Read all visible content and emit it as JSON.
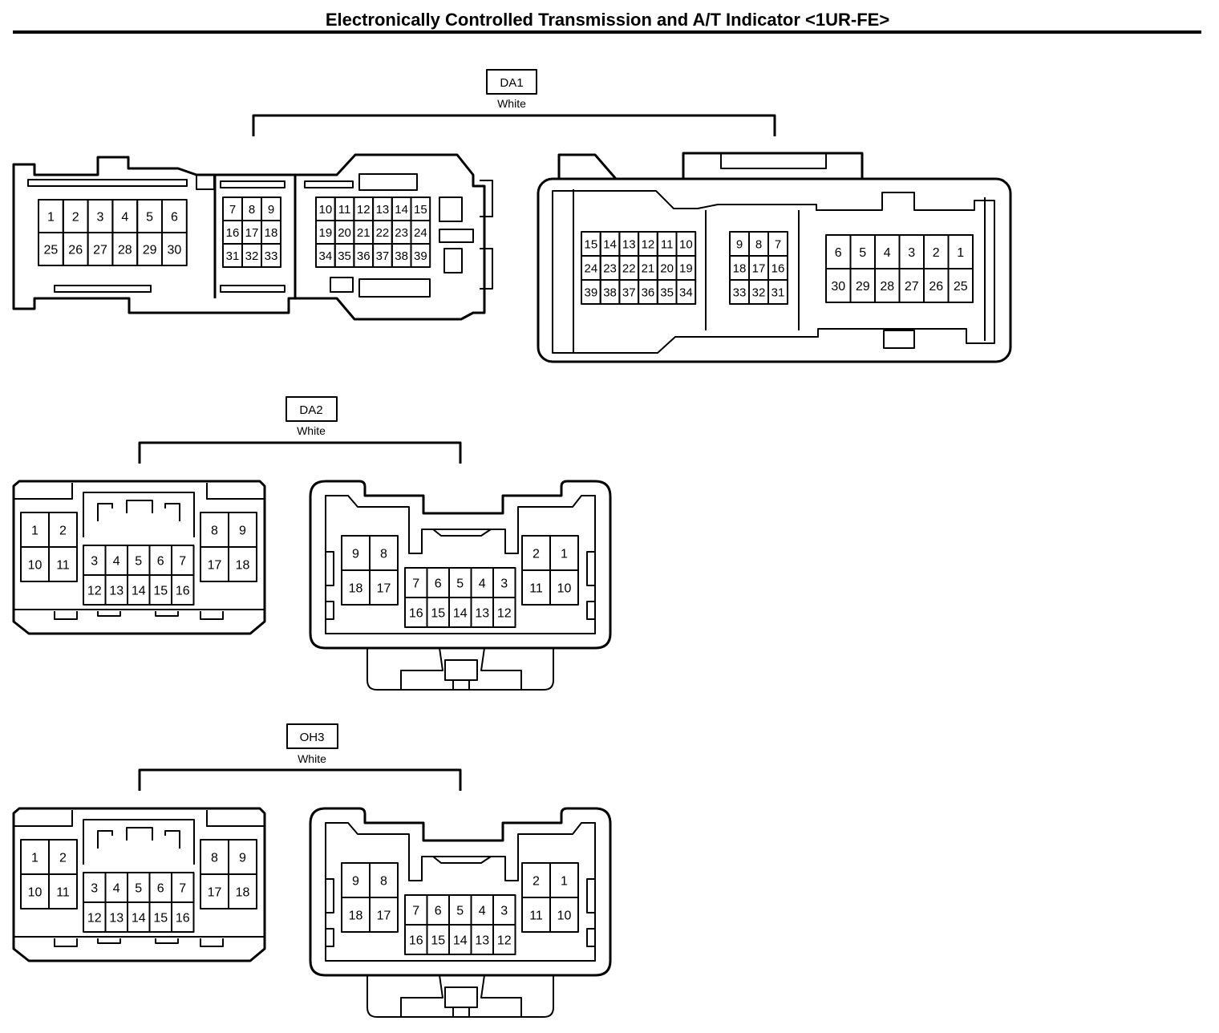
{
  "title": "Electronically Controlled Transmission and A/T Indicator <1UR-FE>",
  "connectors": {
    "da1": {
      "code": "DA1",
      "color": "White",
      "male": {
        "group_a": [
          [
            "1",
            "2",
            "3",
            "4",
            "5",
            "6"
          ],
          [
            "25",
            "26",
            "27",
            "28",
            "29",
            "30"
          ]
        ],
        "group_b": [
          [
            "7",
            "8",
            "9"
          ],
          [
            "16",
            "17",
            "18"
          ],
          [
            "31",
            "32",
            "33"
          ]
        ],
        "group_c": [
          [
            "10",
            "11",
            "12",
            "13",
            "14",
            "15"
          ],
          [
            "19",
            "20",
            "21",
            "22",
            "23",
            "24"
          ],
          [
            "34",
            "35",
            "36",
            "37",
            "38",
            "39"
          ]
        ]
      },
      "female": {
        "group_a": [
          [
            "15",
            "14",
            "13",
            "12",
            "11",
            "10"
          ],
          [
            "24",
            "23",
            "22",
            "21",
            "20",
            "19"
          ],
          [
            "39",
            "38",
            "37",
            "36",
            "35",
            "34"
          ]
        ],
        "group_b": [
          [
            "9",
            "8",
            "7"
          ],
          [
            "18",
            "17",
            "16"
          ],
          [
            "33",
            "32",
            "31"
          ]
        ],
        "group_c": [
          [
            "6",
            "5",
            "4",
            "3",
            "2",
            "1"
          ],
          [
            "30",
            "29",
            "28",
            "27",
            "26",
            "25"
          ]
        ]
      }
    },
    "da2": {
      "code": "DA2",
      "color": "White",
      "male": {
        "left": [
          [
            "1",
            "2"
          ],
          [
            "10",
            "11"
          ]
        ],
        "center": [
          [
            "3",
            "4",
            "5",
            "6",
            "7"
          ],
          [
            "12",
            "13",
            "14",
            "15",
            "16"
          ]
        ],
        "right": [
          [
            "8",
            "9"
          ],
          [
            "17",
            "18"
          ]
        ]
      },
      "female": {
        "left": [
          [
            "9",
            "8"
          ],
          [
            "18",
            "17"
          ]
        ],
        "center": [
          [
            "7",
            "6",
            "5",
            "4",
            "3"
          ],
          [
            "16",
            "15",
            "14",
            "13",
            "12"
          ]
        ],
        "right": [
          [
            "2",
            "1"
          ],
          [
            "11",
            "10"
          ]
        ]
      }
    },
    "oh3": {
      "code": "OH3",
      "color": "White",
      "male": {
        "left": [
          [
            "1",
            "2"
          ],
          [
            "10",
            "11"
          ]
        ],
        "center": [
          [
            "3",
            "4",
            "5",
            "6",
            "7"
          ],
          [
            "12",
            "13",
            "14",
            "15",
            "16"
          ]
        ],
        "right": [
          [
            "8",
            "9"
          ],
          [
            "17",
            "18"
          ]
        ]
      },
      "female": {
        "left": [
          [
            "9",
            "8"
          ],
          [
            "18",
            "17"
          ]
        ],
        "center": [
          [
            "7",
            "6",
            "5",
            "4",
            "3"
          ],
          [
            "16",
            "15",
            "14",
            "13",
            "12"
          ]
        ],
        "right": [
          [
            "2",
            "1"
          ],
          [
            "11",
            "10"
          ]
        ]
      }
    }
  }
}
